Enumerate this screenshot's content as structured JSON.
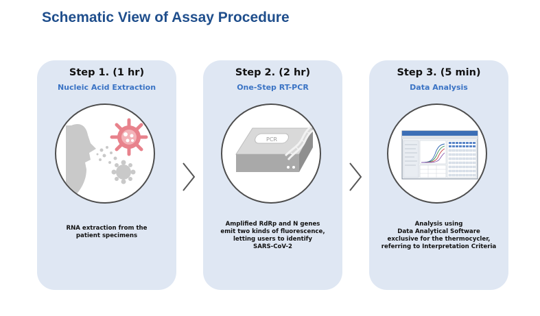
{
  "title": "Schematic View of Assay Procedure",
  "steps": [
    {
      "title": "Step 1. (1 hr)",
      "subtitle": "Nucleic Acid Extraction",
      "icon": "specimen-extraction-icon",
      "description": [
        "RNA extraction from the",
        "patient specimens"
      ]
    },
    {
      "title": "Step 2. (2 hr)",
      "subtitle": "One-Step RT-PCR",
      "icon": "pcr-machine-icon",
      "device_label": "PCR",
      "description": [
        "Amplified RdRp and N genes",
        "emit two kinds of fluorescence,",
        "letting users to identify",
        "SARS-CoV-2"
      ]
    },
    {
      "title": "Step 3. (5 min)",
      "subtitle": "Data Analysis",
      "icon": "analysis-software-icon",
      "description": [
        "Analysis using",
        "Data Analytical Software",
        "exclusive for the thermocycler,",
        "referring to Interpretation Criteria"
      ]
    }
  ],
  "colors": {
    "title": "#1f4e8c",
    "card": "#dfe7f3",
    "subtitle": "#3a73c4",
    "virus": "#e8828c",
    "arrow": "#555555"
  }
}
